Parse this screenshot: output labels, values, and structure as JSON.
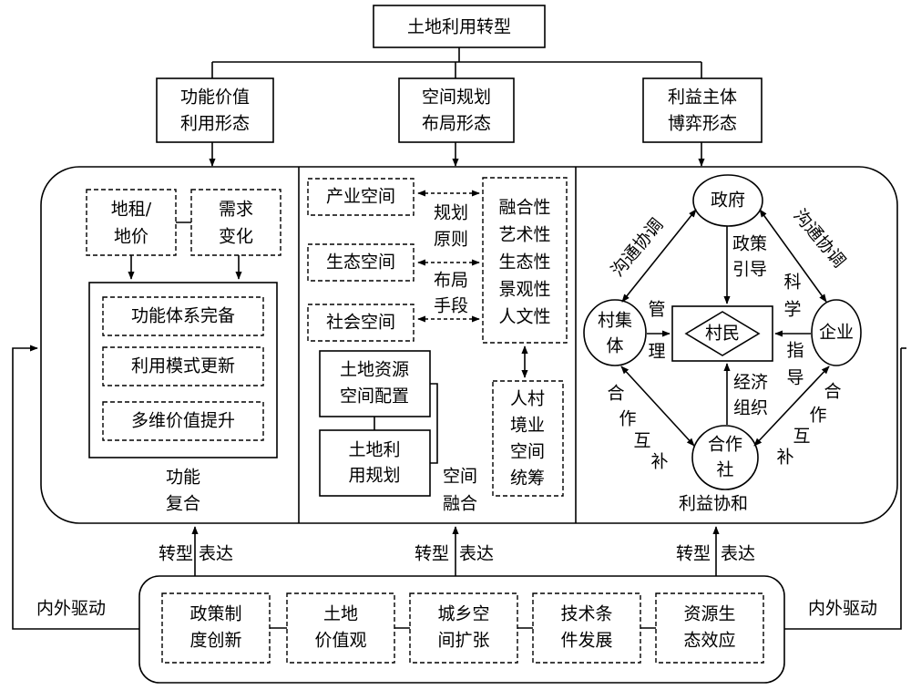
{
  "top": "土地利用转型",
  "forms": [
    [
      "功能价值",
      "利用形态"
    ],
    [
      "空间规划",
      "布局形态"
    ],
    [
      "利益主体",
      "博弈形态"
    ]
  ],
  "left_panel": {
    "driver1": [
      "地租/",
      "地价"
    ],
    "driver2": [
      "需求",
      "变化"
    ],
    "items": [
      "功能体系完备",
      "利用模式更新",
      "多维价值提升"
    ],
    "caption": [
      "功能",
      "复合"
    ]
  },
  "middle_panel": {
    "spaces": [
      "产业空间",
      "生态空间",
      "社会空间"
    ],
    "principle": [
      "规划",
      "原则"
    ],
    "means": [
      "布局",
      "手段"
    ],
    "qualities": [
      "融合性",
      "艺术性",
      "生态性",
      "景观性",
      "人文性"
    ],
    "planning1": [
      "土地资源",
      "空间配置"
    ],
    "planning2": [
      "土地利",
      "用规划"
    ],
    "coordination": [
      "人村",
      "境业",
      "空间",
      "统筹"
    ],
    "caption": [
      "空间",
      "融合"
    ]
  },
  "right_panel": {
    "government": "政府",
    "enterprise": "企业",
    "village_collective": [
      "村集",
      "体"
    ],
    "cooperative": [
      "合作",
      "社"
    ],
    "villagers": "村民",
    "comm_left": "沟通协调",
    "comm_right": "沟通协调",
    "policy": [
      "政策",
      "引导"
    ],
    "manage": [
      "管",
      "理"
    ],
    "science": [
      "科",
      "学"
    ],
    "guide": [
      "指",
      "导"
    ],
    "economic": [
      "经济",
      "组织"
    ],
    "coop_left": [
      "合",
      "作",
      "互",
      "补"
    ],
    "coop_right": [
      "合",
      "作",
      "互",
      "补"
    ],
    "caption": "利益协和"
  },
  "transition": [
    "转型",
    "表达"
  ],
  "drivers_side": "内外驱动",
  "bottom_drivers": [
    [
      "政策制",
      "度创新"
    ],
    [
      "土地",
      "价值观"
    ],
    [
      "城乡空",
      "间扩张"
    ],
    [
      "技术条",
      "件发展"
    ],
    [
      "资源生",
      "态效应"
    ]
  ]
}
